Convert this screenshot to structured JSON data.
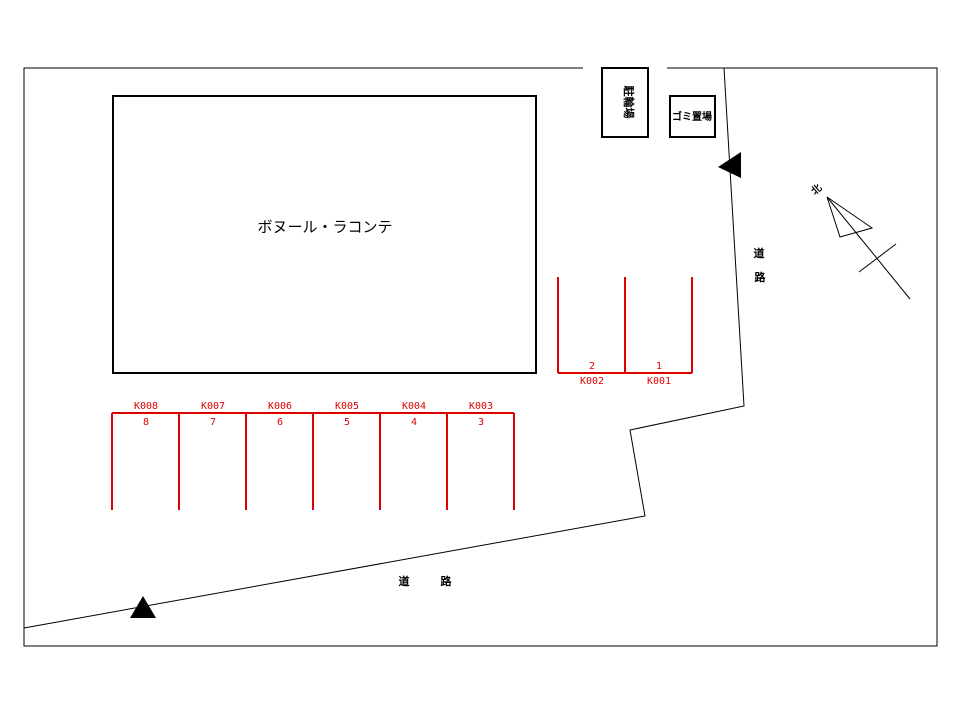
{
  "building": {
    "name": "ボヌール・ラコンテ"
  },
  "facilities": {
    "bicycle_parking": "駐輪場",
    "garbage_area": "ゴミ置場"
  },
  "roads": {
    "east_char1": "道",
    "east_char2": "路",
    "south_char1": "道",
    "south_char2": "路"
  },
  "north_arrow": {
    "label": "北"
  },
  "colors": {
    "outline": "#000000",
    "parking": "#dd0000"
  },
  "parking_top": [
    {
      "number": "2",
      "code": "K002"
    },
    {
      "number": "1",
      "code": "K001"
    }
  ],
  "parking_bottom": [
    {
      "number": "8",
      "code": "K008"
    },
    {
      "number": "7",
      "code": "K007"
    },
    {
      "number": "6",
      "code": "K006"
    },
    {
      "number": "5",
      "code": "K005"
    },
    {
      "number": "4",
      "code": "K004"
    },
    {
      "number": "3",
      "code": "K003"
    }
  ]
}
